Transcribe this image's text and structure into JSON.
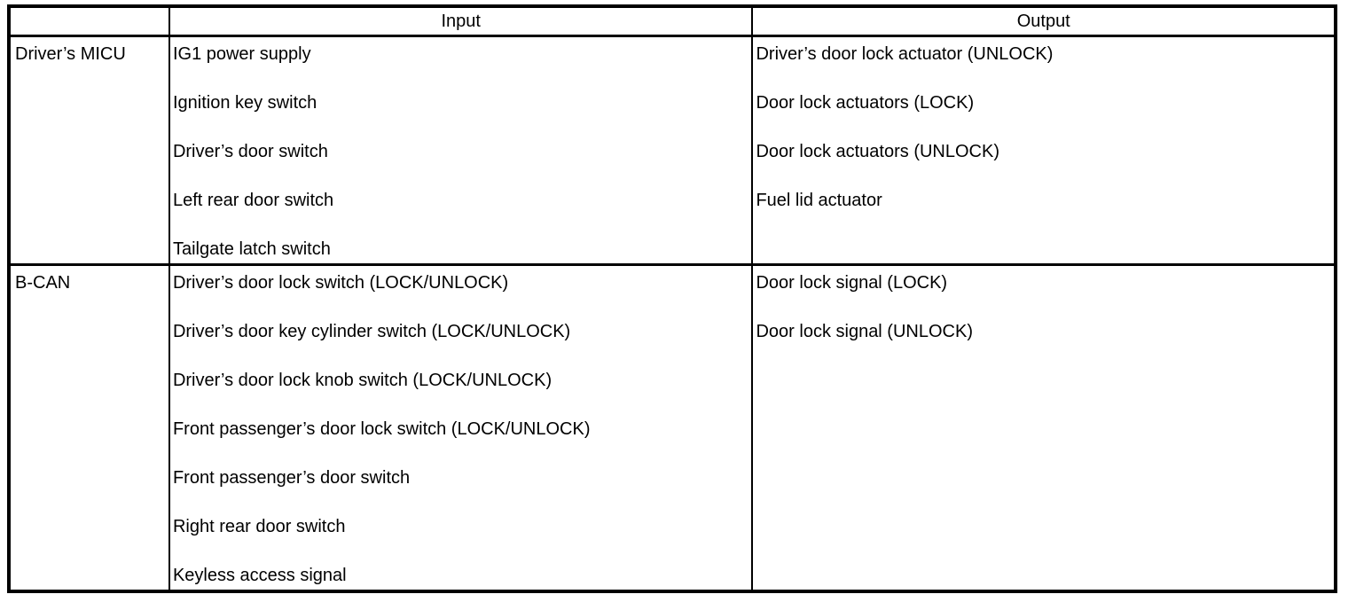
{
  "table": {
    "columns": [
      "",
      "Input",
      "Output"
    ],
    "rows": [
      {
        "source": "Driver’s MICU",
        "inputs": [
          "IG1 power supply",
          "Ignition key switch",
          "Driver’s door switch",
          "Left rear door switch",
          "Tailgate latch switch"
        ],
        "outputs": [
          "Driver’s door lock actuator (UNLOCK)",
          "Door lock actuators (LOCK)",
          "Door lock actuators (UNLOCK)",
          "Fuel lid actuator"
        ]
      },
      {
        "source": "B-CAN",
        "inputs": [
          "Driver’s door lock switch (LOCK/UNLOCK)",
          "Driver’s door key cylinder switch (LOCK/UNLOCK)",
          "Driver’s door lock knob switch (LOCK/UNLOCK)",
          "Front passenger’s door lock switch (LOCK/UNLOCK)",
          "Front passenger’s door switch",
          "Right rear door switch",
          "Keyless access signal"
        ],
        "outputs": [
          "Door lock signal (LOCK)",
          "Door lock signal (UNLOCK)"
        ]
      }
    ]
  }
}
